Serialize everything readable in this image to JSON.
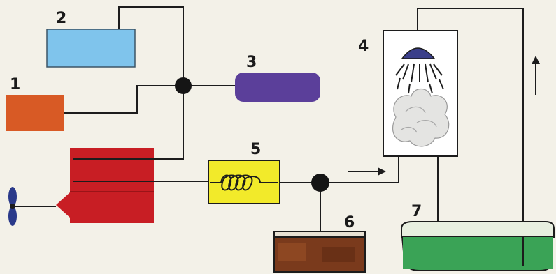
{
  "labels": {
    "one": "1",
    "two": "2",
    "three": "3",
    "four": "4",
    "five": "5",
    "six": "6",
    "seven": "7"
  },
  "colors": {
    "background": "#f3f1e8",
    "block_1": "#d85a25",
    "block_2": "#7fc4ec",
    "block_3": "#5b3f9a",
    "machine": "#c81e24",
    "heater": "#f2ea2a",
    "tray": "#7a3a1c",
    "tank": "#3aa356",
    "chamber": "#ffffff",
    "sprayer": "#3b3f8a",
    "wire": "#1c1c1c"
  },
  "icons": [
    "fan-icon",
    "coil-icon",
    "sprayer-icon",
    "arrow-right-icon",
    "arrow-up-icon"
  ]
}
